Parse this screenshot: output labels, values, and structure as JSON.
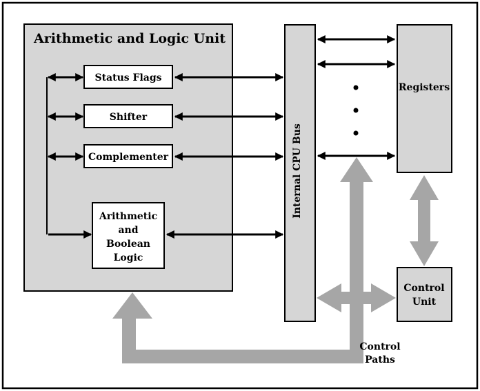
{
  "alu": {
    "title": "Arithmetic and Logic Unit",
    "status_flags": "Status Flags",
    "shifter": "Shifter",
    "complementer": "Complementer",
    "arith_line1": "Arithmetic",
    "arith_line2": "and",
    "arith_line3": "Boolean",
    "arith_line4": "Logic"
  },
  "bus": {
    "label": "Internal CPU Bus"
  },
  "registers": {
    "label": "Registers"
  },
  "control_unit": {
    "line1": "Control",
    "line2": "Unit"
  },
  "control_paths": {
    "line1": "Control",
    "line2": "Paths"
  },
  "colors": {
    "box_fill": "#d6d6d6",
    "gray_arrow": "#a6a6a6",
    "stroke": "#000000"
  }
}
